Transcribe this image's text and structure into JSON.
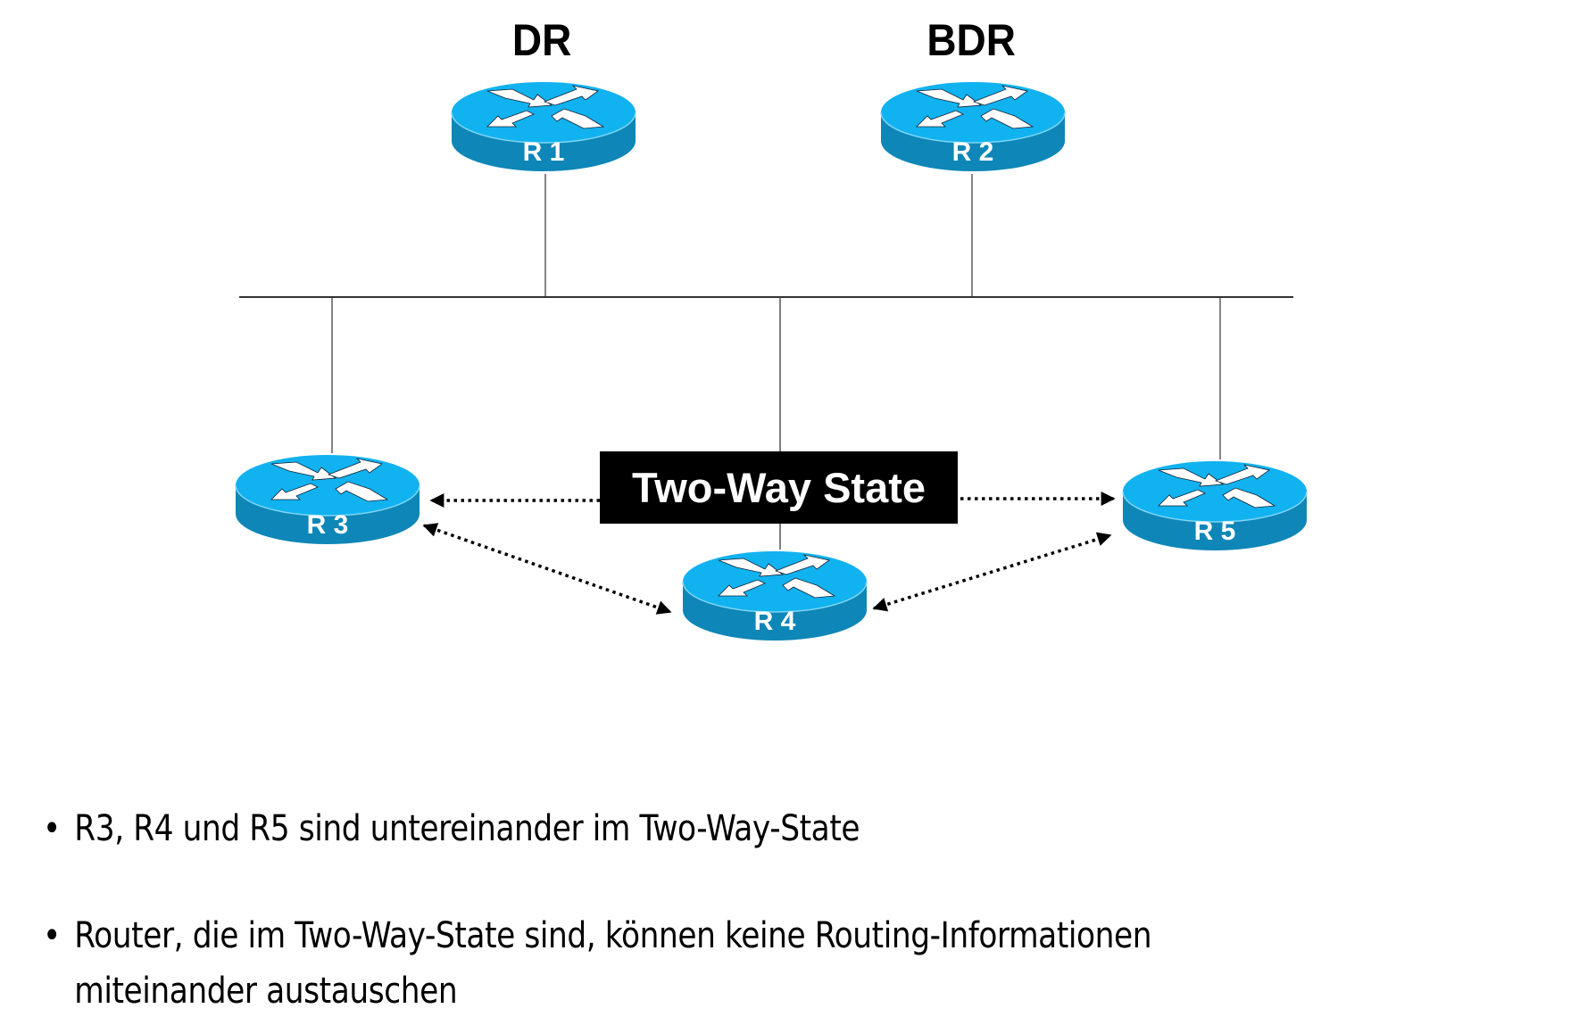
{
  "roles": {
    "dr": "DR",
    "bdr": "BDR"
  },
  "routers": [
    {
      "id": "r1",
      "label": "R 1",
      "role": "DR"
    },
    {
      "id": "r2",
      "label": "R 2",
      "role": "BDR"
    },
    {
      "id": "r3",
      "label": "R 3"
    },
    {
      "id": "r4",
      "label": "R 4"
    },
    {
      "id": "r5",
      "label": "R 5"
    }
  ],
  "state_label": "Two-Way State",
  "adjacencies": [
    {
      "from": "R3",
      "to": "R5",
      "state": "Two-Way"
    },
    {
      "from": "R3",
      "to": "R4",
      "state": "Two-Way"
    },
    {
      "from": "R4",
      "to": "R5",
      "state": "Two-Way"
    }
  ],
  "colors": {
    "router_top": "#11b2f0",
    "router_side": "#0e86b8",
    "icon": "#ffffff",
    "box": "#000000"
  },
  "bullets": [
    {
      "marker": "•",
      "text": "R3, R4 und R5 sind untereinander im Two-Way-State"
    },
    {
      "marker": "•",
      "text": "Router, die im Two-Way-State sind, können keine Routing-Informationen",
      "continuation": "miteinander austauschen"
    }
  ]
}
